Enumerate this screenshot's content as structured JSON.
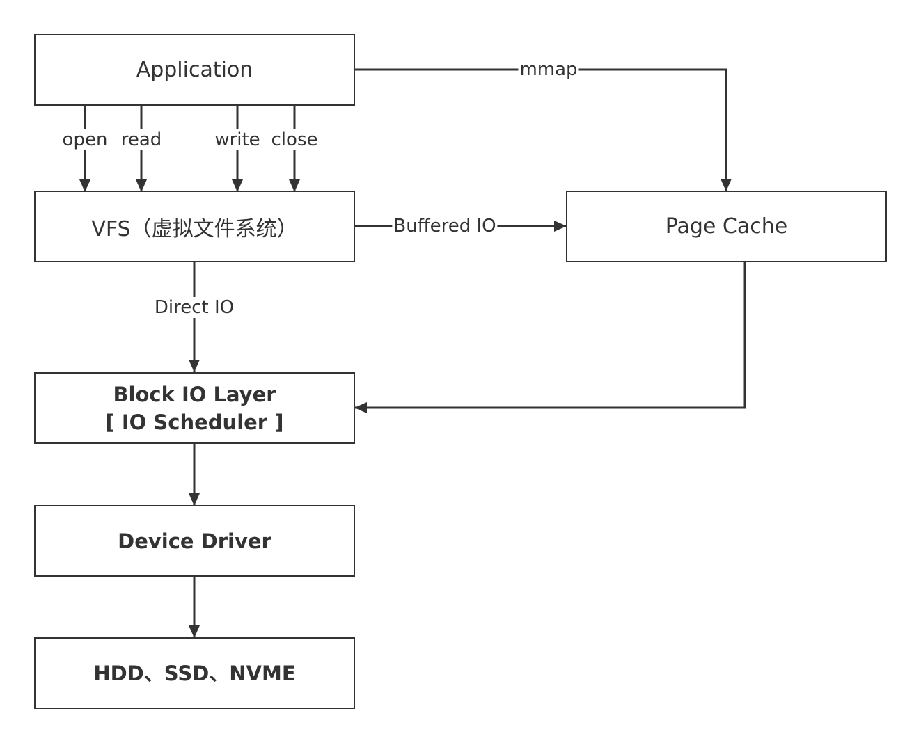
{
  "boxes": {
    "application": "Application",
    "vfs": "VFS（虚拟文件系统）",
    "page_cache": "Page Cache",
    "block_io_line1": "Block IO Layer",
    "block_io_line2": "[ IO Scheduler ]",
    "device_driver": "Device Driver",
    "storage": "HDD、SSD、NVME"
  },
  "edges": {
    "open": "open",
    "read": "read",
    "write": "write",
    "close": "close",
    "mmap": "mmap",
    "buffered_io": "Buffered IO",
    "direct_io": "Direct IO"
  },
  "colors": {
    "stroke": "#333333",
    "background": "#ffffff"
  }
}
